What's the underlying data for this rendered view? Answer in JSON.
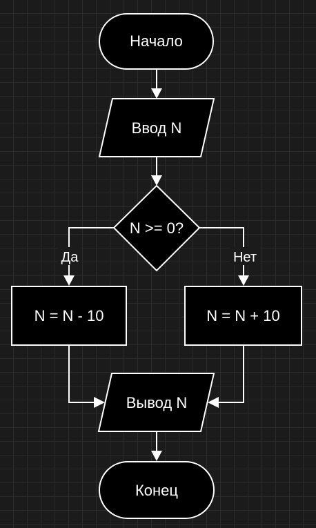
{
  "flowchart": {
    "start": "Начало",
    "input": "Ввод N",
    "condition": "N >= 0?",
    "yes_label": "Да",
    "no_label": "Нет",
    "yes_action": "N = N - 10",
    "no_action": "N = N + 10",
    "output": "Вывод N",
    "end": "Конец"
  },
  "colors": {
    "background": "#1b1b1b",
    "grid": "#2a2a2a",
    "node_fill": "#000000",
    "stroke": "#ffffff",
    "text": "#ffffff"
  }
}
